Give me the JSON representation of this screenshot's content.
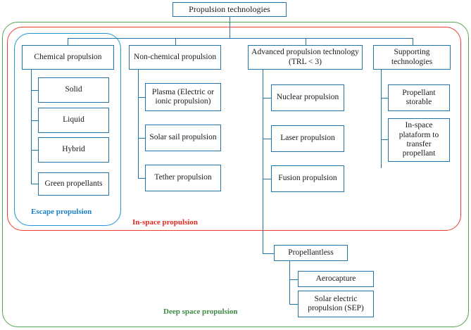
{
  "diagram": {
    "title": "Propulsion technologies",
    "root": {
      "label": "Propulsion technologies"
    },
    "branches": [
      {
        "id": "chemical",
        "label": "Chemical propulsion",
        "children": [
          {
            "label": "Solid"
          },
          {
            "label": "Liquid"
          },
          {
            "label": "Hybrid"
          },
          {
            "label": "Green propellants"
          }
        ]
      },
      {
        "id": "non-chemical",
        "label": "Non-chemical propulsion",
        "children": [
          {
            "label": "Plasma (Electric or ionic propulsion)"
          },
          {
            "label": "Solar sail propulsion"
          },
          {
            "label": "Tether propulsion"
          }
        ]
      },
      {
        "id": "advanced",
        "label": "Advanced propulsion technology (TRL < 3)",
        "children": [
          {
            "label": "Nuclear propulsion"
          },
          {
            "label": "Laser propulsion"
          },
          {
            "label": "Fusion propulsion"
          }
        ]
      },
      {
        "id": "supporting",
        "label": "Supporting technologies",
        "children": [
          {
            "label": "Propellant storable"
          },
          {
            "label": "In-space plataform to transfer propellant"
          }
        ]
      }
    ],
    "propellantless": {
      "label": "Propellantless",
      "children": [
        {
          "label": "Aerocapture"
        },
        {
          "label": "Solar electric propulsion (SEP)"
        }
      ]
    },
    "groups": [
      {
        "id": "escape",
        "caption": "Escape propulsion",
        "color": "#1b83c4"
      },
      {
        "id": "inspace",
        "caption": "In-space propulsion",
        "color": "#e02b1f"
      },
      {
        "id": "deep",
        "caption": "Deep space propulsion",
        "color": "#3f8b45"
      }
    ]
  }
}
